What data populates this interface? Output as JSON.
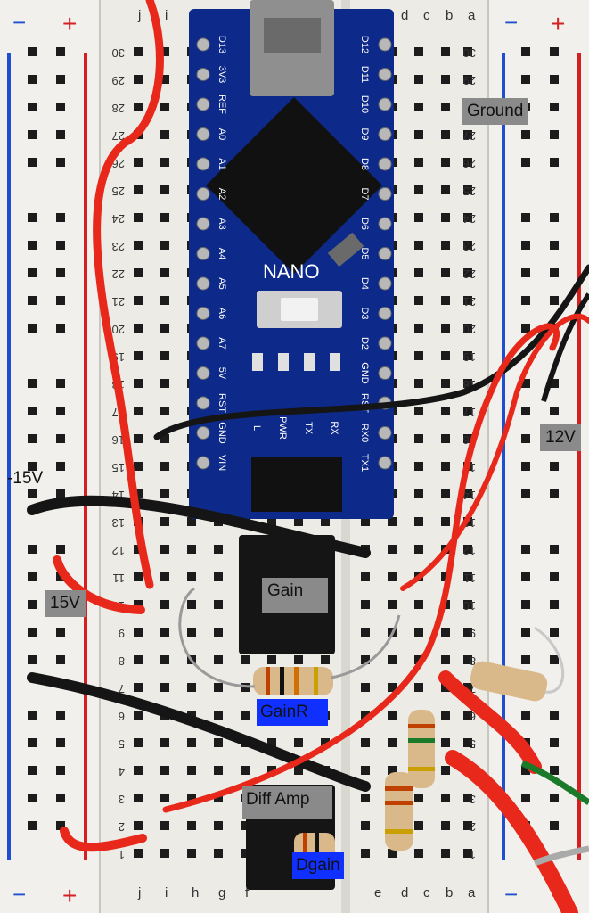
{
  "labels": {
    "ground": "Ground",
    "twelve_v": "12V",
    "minus_15v": "-15V",
    "fifteen_v": "15V",
    "gain": "Gain",
    "gain_r": "GainR",
    "diff_amp": "Diff Amp",
    "dgain": "Dgain"
  },
  "board": {
    "brand": "NANO",
    "left_pins": [
      "D13",
      "3V3",
      "REF",
      "A0",
      "A1",
      "A2",
      "A3",
      "A4",
      "A5",
      "A6",
      "A7",
      "5V",
      "RST",
      "GND",
      "VIN"
    ],
    "right_pins": [
      "D12",
      "D11",
      "D10",
      "D9",
      "D8",
      "D7",
      "D6",
      "D5",
      "D4",
      "D3",
      "D2",
      "GND",
      "RST",
      "RX0",
      "TX1"
    ],
    "leds": [
      "L",
      "PWR",
      "TX",
      "RX"
    ]
  },
  "breadboard": {
    "row_numbers": [
      "30",
      "29",
      "28",
      "27",
      "26",
      "25",
      "24",
      "23",
      "22",
      "21",
      "20",
      "19",
      "18",
      "17",
      "16",
      "15",
      "14",
      "13",
      "12",
      "11",
      "10",
      "9",
      "8",
      "7",
      "6",
      "5",
      "4",
      "3",
      "2",
      "1"
    ],
    "columns_left": [
      "j",
      "i",
      "h",
      "g",
      "f"
    ],
    "columns_right": [
      "e",
      "d",
      "c",
      "b",
      "a"
    ],
    "rail_plus": "+",
    "rail_minus": "−"
  },
  "colors": {
    "board_white": "#eeeeea",
    "hole": "#1c1c1c",
    "rail_blue": "#1f4fd0",
    "rail_red": "#d42020",
    "nano_blue": "#0d2a8a",
    "wire_red": "#e8281a",
    "wire_black": "#151515",
    "wire_green": "#1a7a2a",
    "chip": "#151515",
    "resistor_body": "#d9b98a"
  }
}
